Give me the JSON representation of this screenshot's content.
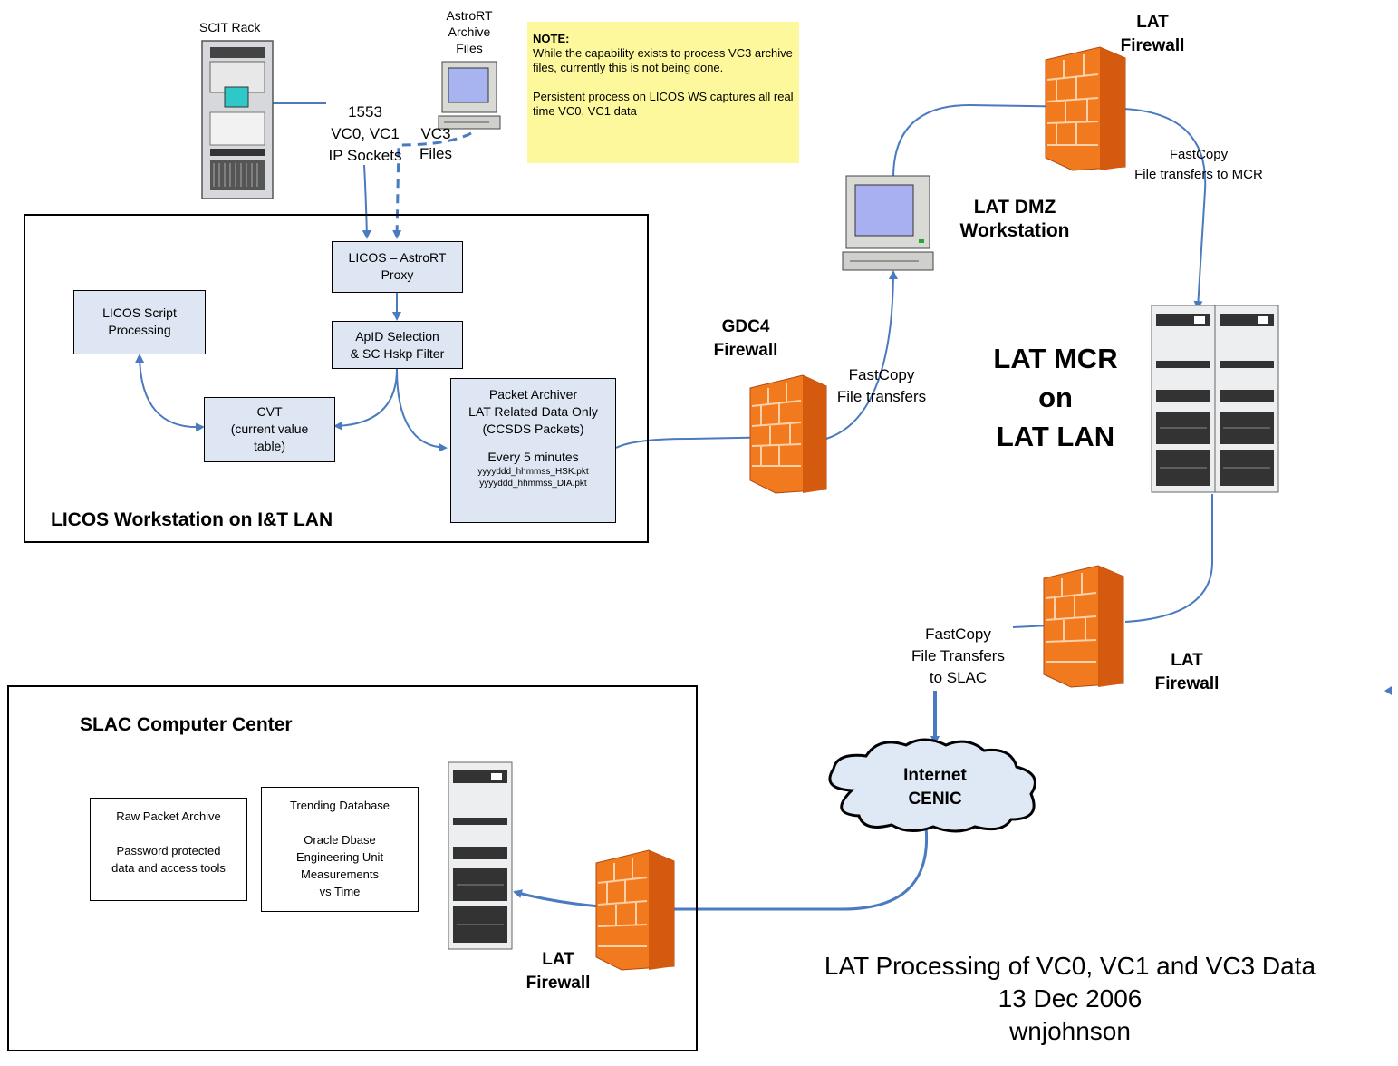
{
  "diagram": {
    "scit_rack_label": "SCIT Rack",
    "astrort_label": "AstroRT\nArchive\nFiles",
    "link_1553": "1553\nVC0, VC1\nIP Sockets",
    "vc3_files": "VC3\nFiles",
    "note": {
      "title": "NOTE:",
      "line1": "While the capability exists to process VC3 archive files, currently this is not being done.",
      "line2": "Persistent process on LICOS WS captures all real time VC0, VC1 data"
    },
    "licos_ws": {
      "title": "LICOS Workstation on I&T LAN",
      "proxy": "LICOS – AstroRT\nProxy",
      "apid": "ApID Selection\n& SC Hskp Filter",
      "script": "LICOS Script\nProcessing",
      "cvt": "CVT\n(current value\ntable)",
      "archiver_main": "Packet Archiver\nLAT Related Data Only\n(CCSDS Packets)",
      "archiver_every": "Every 5 minutes",
      "archiver_files": "yyyyddd_hhmmss_HSK.pkt\nyyyyddd_hhmmss_DIA.pkt"
    },
    "gdc4_firewall": "GDC4\nFirewall",
    "fastcopy_dmz": "FastCopy\nFile transfers",
    "lat_dmz": "LAT DMZ\nWorkstation",
    "lat_firewall_top": "LAT\nFirewall",
    "fastcopy_mcr": "FastCopy\nFile transfers to MCR",
    "lat_mcr": "LAT MCR\non\nLAT LAN",
    "lat_firewall_mid": "LAT\nFirewall",
    "fastcopy_slac": "FastCopy\nFile Transfers\nto SLAC",
    "internet": "Internet\nCENIC",
    "slac": {
      "title": "SLAC Computer Center",
      "raw_archive": "Raw Packet Archive\n\nPassword protected\ndata and access tools",
      "trending": "Trending Database\n\nOracle Dbase\nEngineering Unit\nMeasurements\nvs Time"
    },
    "lat_firewall_bottom": "LAT\nFirewall",
    "caption": {
      "line1": "LAT Processing of VC0, VC1 and VC3 Data",
      "line2": "13 Dec 2006",
      "line3": "wnjohnson"
    }
  }
}
